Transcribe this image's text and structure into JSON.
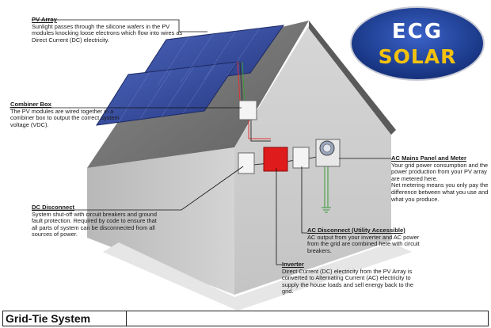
{
  "logo": {
    "line1": "ECG",
    "line2": "SOLAR"
  },
  "callouts": {
    "pv_array": {
      "title": "PV Array",
      "text": "Sunlight passes through the silicone wafers in the PV modules knocking loose electrons which flow into wires as Direct Current (DC) electricity."
    },
    "combiner_box": {
      "title": "Combiner Box",
      "text": "The PV modules are wired together in a combiner box to output the correct system voltage (VDC)."
    },
    "dc_disconnect": {
      "title": "DC Disconnect",
      "text": "System shut-off with circuit breakers and ground fault protection.  Required by code to ensure that all parts of system can be disconnected from all sources of power."
    },
    "ac_mains": {
      "title": "AC Mains Panel and Meter",
      "text": "Your grid power consumption and the power production from your PV array are metered here.\nNet metering means you only pay the difference between what you use and what you produce."
    },
    "ac_disconnect": {
      "title": "AC Disconnect (Utility Accessible)",
      "text": "AC output from your inverter and AC power from the grid are combined here with circuit breakers."
    },
    "inverter": {
      "title": "Inverter",
      "text": "Direct Current (DC) electricity from the PV Array is converted to Alternating Current (AC) electricity to supply the house loads and sell energy back to the grid."
    }
  },
  "footer": {
    "title": "Grid-Tie System"
  },
  "colors": {
    "wall": "#c9c9c9",
    "roof": "#7a7a7a",
    "panel": "#3a4f9e",
    "inverter": "#e01b1b",
    "logo_blue": "#1f3f97",
    "logo_gold": "#f4c20d"
  }
}
